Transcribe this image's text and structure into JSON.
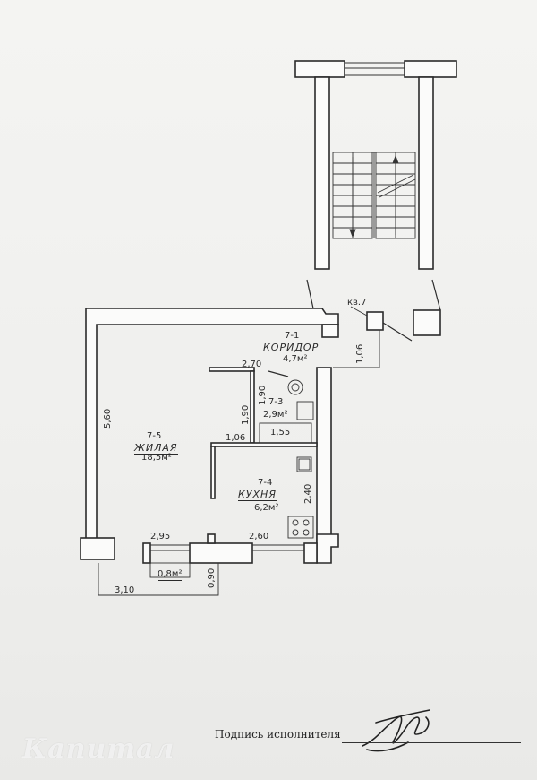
{
  "floor_plan": {
    "apartment_label": "кв.7",
    "rooms": {
      "corridor": {
        "number": "7-1",
        "name": "КОРИДОР",
        "area": "4,7м²"
      },
      "bathroom": {
        "number": "7-3",
        "area": "2,9м²"
      },
      "living": {
        "number": "7-5",
        "name": "ЖИЛАЯ",
        "area": "18,5м²"
      },
      "kitchen": {
        "number": "7-4",
        "name": "КУХНЯ",
        "area": "6,2м²"
      },
      "balcony": {
        "area": "0,8м²"
      }
    },
    "dimensions": {
      "corridor_right": "1,06",
      "corridor_width": "2,70",
      "bath_height": "1,90",
      "bath_side": "1,90",
      "tub": "1,55",
      "living_height": "5,60",
      "partition": "1,06",
      "kitchen_height": "2,40",
      "window_left": "2,95",
      "window_right": "2,60",
      "balcony_width": "3,10",
      "balcony_depth": "0,90"
    }
  },
  "signature": {
    "caption": "Подпись исполнителя"
  },
  "watermark": {
    "text": "Капитал"
  },
  "colors": {
    "ink": "#2b2b2b",
    "paper": "#f1f1ef"
  }
}
